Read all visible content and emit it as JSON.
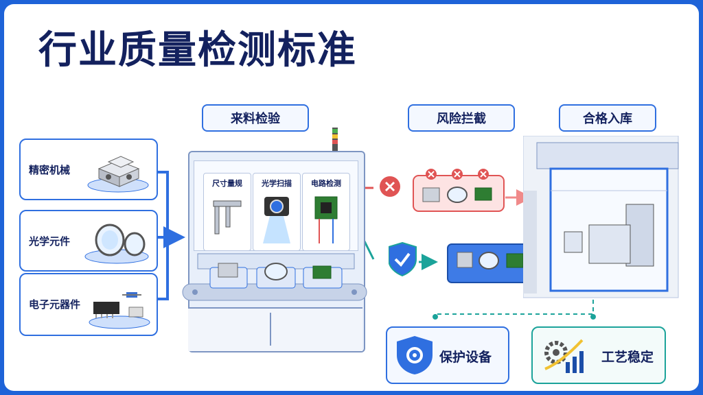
{
  "title": "行业质量检测标准",
  "stages": {
    "incoming": "来料检验",
    "risk": "风险拦截",
    "storage": "合格入库"
  },
  "categories": [
    {
      "label": "精密机械"
    },
    {
      "label": "光学元件"
    },
    {
      "label": "电子元器件"
    }
  ],
  "inspection_tabs": [
    {
      "label": "尺寸量规"
    },
    {
      "label": "光学扫描"
    },
    {
      "label": "电路检测"
    }
  ],
  "benefits": [
    {
      "label": "保护设备"
    },
    {
      "label": "工艺稳定"
    }
  ],
  "colors": {
    "primary": "#2f6fe0",
    "navy": "#13215e",
    "reject": "#e05454",
    "pass": "#1ba39a",
    "frame": "#1e63d8"
  }
}
